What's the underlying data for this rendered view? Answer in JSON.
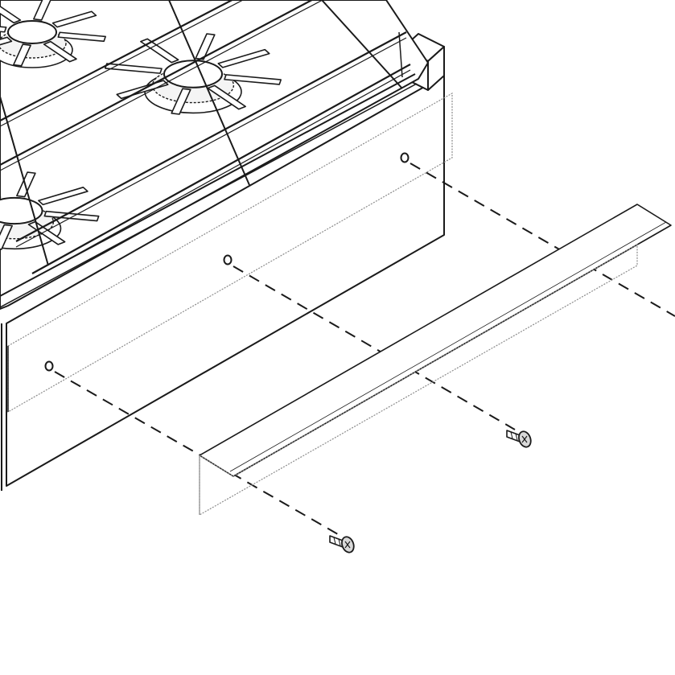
{
  "diagram": {
    "colors": {
      "line": "#1a1a1a",
      "light_line": "#8c8c8c",
      "fill": "#ffffff",
      "grate": "#f4f4f4",
      "screw": "#d9d9d9"
    },
    "parts": [
      {
        "name": "cooktop-grates",
        "count": 3
      },
      {
        "name": "front-panel"
      },
      {
        "name": "screw-holes",
        "count": 3
      },
      {
        "name": "trim-strip"
      },
      {
        "name": "screws",
        "count": 2
      },
      {
        "name": "assembly-guide-lines",
        "count": 3
      }
    ]
  }
}
